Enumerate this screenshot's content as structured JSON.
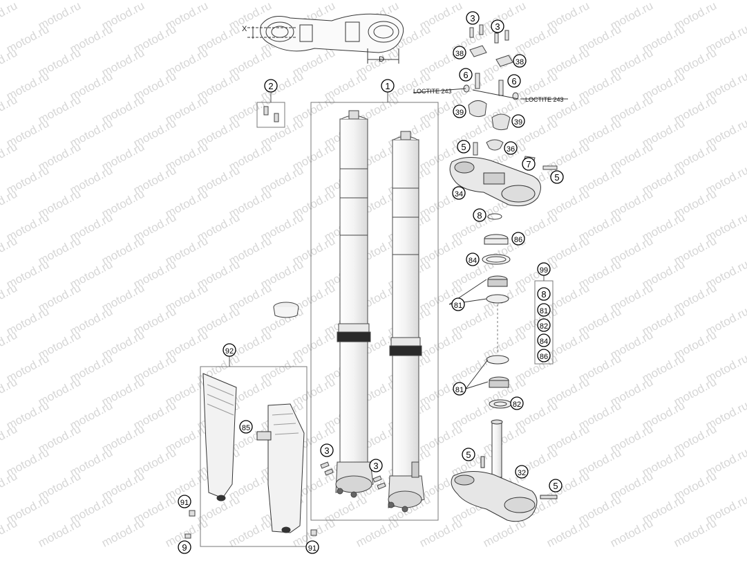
{
  "watermark": {
    "text": "motod.ru"
  },
  "dimensions": {
    "x_label": "X",
    "d_label": "D"
  },
  "loctite": {
    "left": "LOCTITE 243",
    "right": "LOCTITE 243"
  },
  "callouts": {
    "c1": "1",
    "c2": "2",
    "c3a": "3",
    "c3b": "3",
    "c3c": "3",
    "c3d": "3",
    "c38a": "38",
    "c38b": "38",
    "c6a": "6",
    "c6b": "6",
    "c39a": "39",
    "c39b": "39",
    "c5a": "5",
    "c36": "36",
    "c7": "7",
    "c5b": "5",
    "c34": "34",
    "c8a": "8",
    "c86a": "86",
    "c84a": "84",
    "c99": "99",
    "c8b": "8",
    "c81b": "81",
    "c82b": "82",
    "c84b": "84",
    "c86b": "86",
    "c81a": "81",
    "c81c": "81",
    "c82a": "82",
    "c5c": "5",
    "c32": "32",
    "c5d": "5",
    "c92": "92",
    "c85": "85",
    "c91a": "91",
    "c91b": "91",
    "c9": "9"
  }
}
